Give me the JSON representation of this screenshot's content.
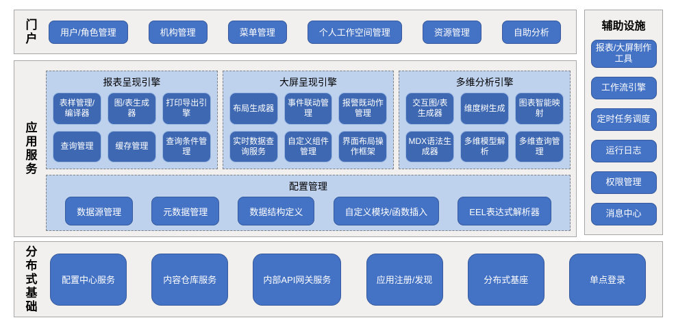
{
  "portal": {
    "label": "门户",
    "buttons": [
      "用户/角色管理",
      "机构管理",
      "菜单管理",
      "个人工作空间管理",
      "资源管理",
      "自助分析"
    ]
  },
  "app_services": {
    "label": "应用服务",
    "engines": [
      {
        "title": "报表呈现引擎",
        "buttons": [
          "表样管理/编译器",
          "图/表生成器",
          "打印导出引擎",
          "查询管理",
          "缓存管理",
          "查询条件管理"
        ]
      },
      {
        "title": "大屏呈现引擎",
        "buttons": [
          "布局生成器",
          "事件联动管理",
          "报警既动作管理",
          "实时数据查询服务",
          "自定义组件管理",
          "界面布局操作框架"
        ]
      },
      {
        "title": "多维分析引擎",
        "buttons": [
          "交互图/表生成器",
          "维度树生成",
          "图表智能映射",
          "MDX语法生成器",
          "多维模型解析",
          "多维查询管理"
        ]
      }
    ],
    "config": {
      "title": "配置管理",
      "buttons": [
        "数据源管理",
        "元数据管理",
        "数据结构定义",
        "自定义模块/函数插入",
        "EEL表达式解析器"
      ]
    }
  },
  "auxiliary": {
    "title": "辅助设施",
    "buttons": [
      "报表/大屏制作工具",
      "工作流引擎",
      "定时任务调度",
      "运行日志",
      "权限管理",
      "消息中心"
    ]
  },
  "foundation": {
    "label": "分布式基础",
    "buttons": [
      "配置中心服务",
      "内容仓库服务",
      "内部API网关服务",
      "应用注册/发现",
      "分布式基座",
      "单点登录"
    ]
  },
  "colors": {
    "node_blue": "#4472c4",
    "inner_node_blue": "#3e68b2",
    "panel_light_blue": "#bed1ed",
    "section_gray": "#f1f0ee",
    "border_gray": "#a6a6a6"
  }
}
